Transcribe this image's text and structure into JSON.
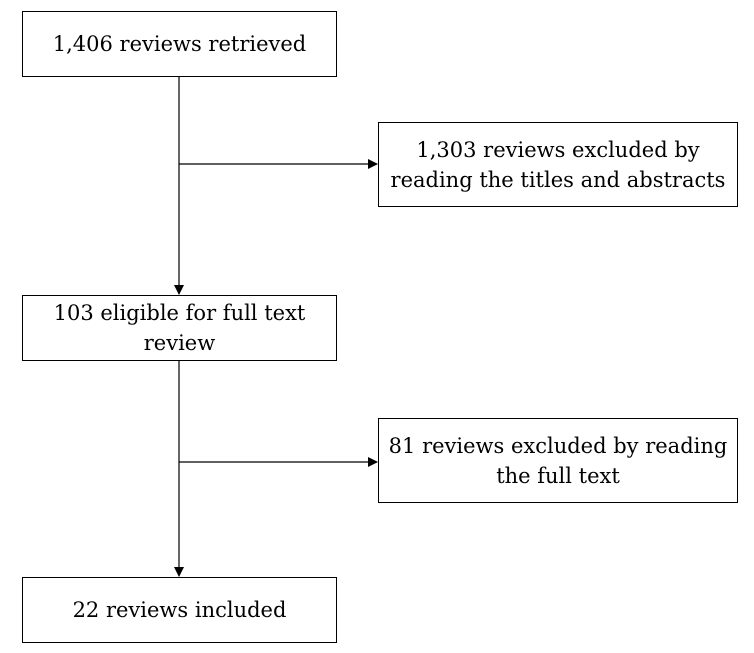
{
  "flow": {
    "retrieved": "1,406 reviews retrieved",
    "excluded_abstracts": "1,303 reviews excluded by\nreading the titles and abstracts",
    "eligible": "103 eligible for full text review",
    "excluded_fulltext": "81 reviews excluded by reading\nthe full text",
    "included": "22 reviews included"
  },
  "colors": {
    "stroke": "#000000",
    "background": "#ffffff"
  }
}
